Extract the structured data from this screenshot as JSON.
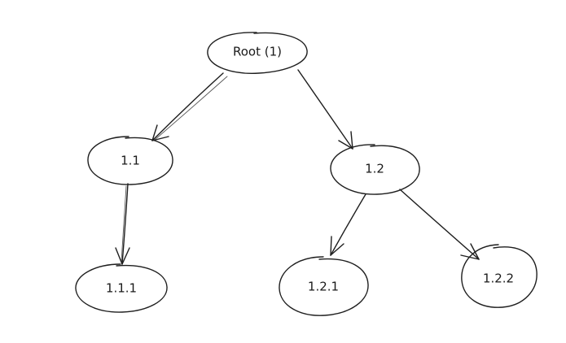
{
  "diagram": {
    "nodes": [
      {
        "id": "root",
        "label": "Root (1)"
      },
      {
        "id": "n1_1",
        "label": "1.1"
      },
      {
        "id": "n1_2",
        "label": "1.2"
      },
      {
        "id": "n1_1_1",
        "label": "1.1.1"
      },
      {
        "id": "n1_2_1",
        "label": "1.2.1"
      },
      {
        "id": "n1_2_2",
        "label": "1.2.2"
      }
    ],
    "edges": [
      {
        "from": "root",
        "to": "n1_1"
      },
      {
        "from": "root",
        "to": "n1_2"
      },
      {
        "from": "n1_1",
        "to": "n1_1_1"
      },
      {
        "from": "n1_2",
        "to": "n1_2_1"
      },
      {
        "from": "n1_2",
        "to": "n1_2_2"
      }
    ],
    "colors": {
      "stroke": "#1e1e1e",
      "background": "#ffffff"
    }
  }
}
